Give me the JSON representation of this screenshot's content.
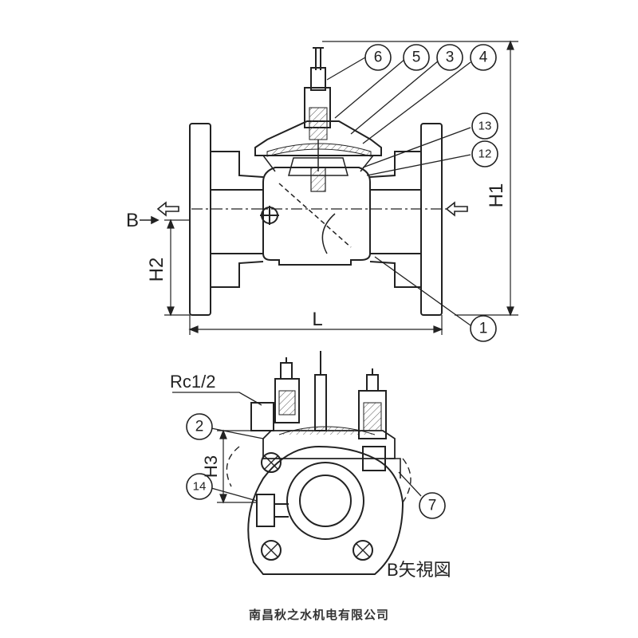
{
  "labels": {
    "B": "B",
    "H1": "H1",
    "H2": "H2",
    "H3": "H3",
    "L": "L",
    "Rc": "Rc1/2",
    "view": "B矢視図"
  },
  "callouts": {
    "c1": "1",
    "c2": "2",
    "c3": "3",
    "c4": "4",
    "c5": "5",
    "c6": "6",
    "c7": "7",
    "c12": "12",
    "c13": "13",
    "c14": "14"
  },
  "caption": "南昌秋之水机电有限公司"
}
